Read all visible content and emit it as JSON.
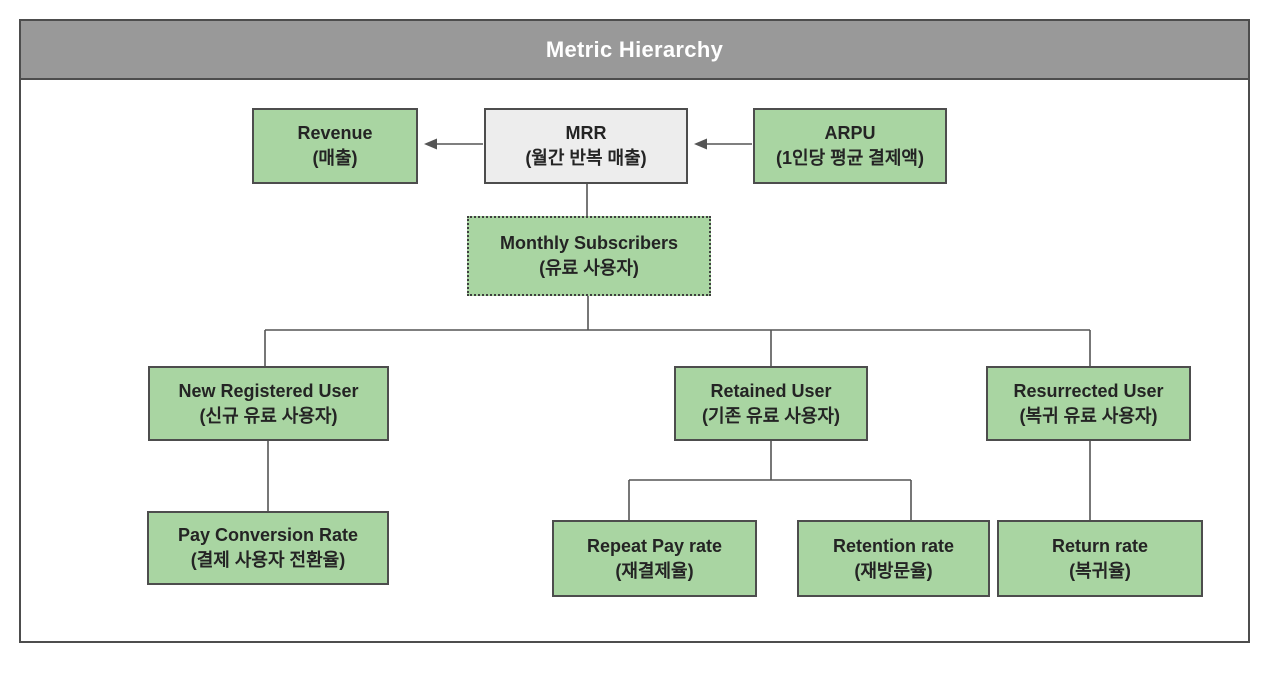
{
  "header": {
    "title": "Metric Hierarchy"
  },
  "colors": {
    "green-fill": "#a9d5a2",
    "gray-fill": "#ededed",
    "header-fill": "#999999",
    "border-dark": "#4d4d4d",
    "line-color": "#555555",
    "text-color": "#242424",
    "title-color": "#ffffff"
  },
  "diagram": {
    "nodes": [
      {
        "id": "revenue",
        "label": "Revenue",
        "sublabel": "(매출)",
        "variant": "green"
      },
      {
        "id": "mrr",
        "label": "MRR",
        "sublabel": "(월간 반복 매출)",
        "variant": "gray"
      },
      {
        "id": "arpu",
        "label": "ARPU",
        "sublabel": "(1인당 평균 결제액)",
        "variant": "green"
      },
      {
        "id": "monthly_subscribers",
        "label": "Monthly Subscribers",
        "sublabel": "(유료 사용자)",
        "variant": "dotted"
      },
      {
        "id": "new_registered_user",
        "label": "New Registered User",
        "sublabel": "(신규 유료 사용자)",
        "variant": "green"
      },
      {
        "id": "retained_user",
        "label": "Retained User",
        "sublabel": "(기존 유료 사용자)",
        "variant": "green"
      },
      {
        "id": "resurrected_user",
        "label": "Resurrected User",
        "sublabel": "(복귀 유료 사용자)",
        "variant": "green"
      },
      {
        "id": "pay_conversion_rate",
        "label": "Pay Conversion Rate",
        "sublabel": "(결제 사용자 전환율)",
        "variant": "green"
      },
      {
        "id": "repeat_pay_rate",
        "label": "Repeat Pay rate",
        "sublabel": "(재결제율)",
        "variant": "green"
      },
      {
        "id": "retention_rate",
        "label": "Retention rate",
        "sublabel": "(재방문율)",
        "variant": "green"
      },
      {
        "id": "return_rate",
        "label": "Return rate",
        "sublabel": "(복귀율)",
        "variant": "green"
      }
    ],
    "edges": [
      {
        "from": "mrr",
        "to": "revenue",
        "style": "arrow-left"
      },
      {
        "from": "arpu",
        "to": "mrr",
        "style": "arrow-left"
      },
      {
        "from": "mrr",
        "to": "monthly_subscribers",
        "style": "line"
      },
      {
        "from": "monthly_subscribers",
        "to": "new_registered_user",
        "style": "line"
      },
      {
        "from": "monthly_subscribers",
        "to": "retained_user",
        "style": "line"
      },
      {
        "from": "monthly_subscribers",
        "to": "resurrected_user",
        "style": "line"
      },
      {
        "from": "new_registered_user",
        "to": "pay_conversion_rate",
        "style": "line"
      },
      {
        "from": "retained_user",
        "to": "repeat_pay_rate",
        "style": "line"
      },
      {
        "from": "retained_user",
        "to": "retention_rate",
        "style": "line"
      },
      {
        "from": "resurrected_user",
        "to": "return_rate",
        "style": "line"
      }
    ]
  }
}
